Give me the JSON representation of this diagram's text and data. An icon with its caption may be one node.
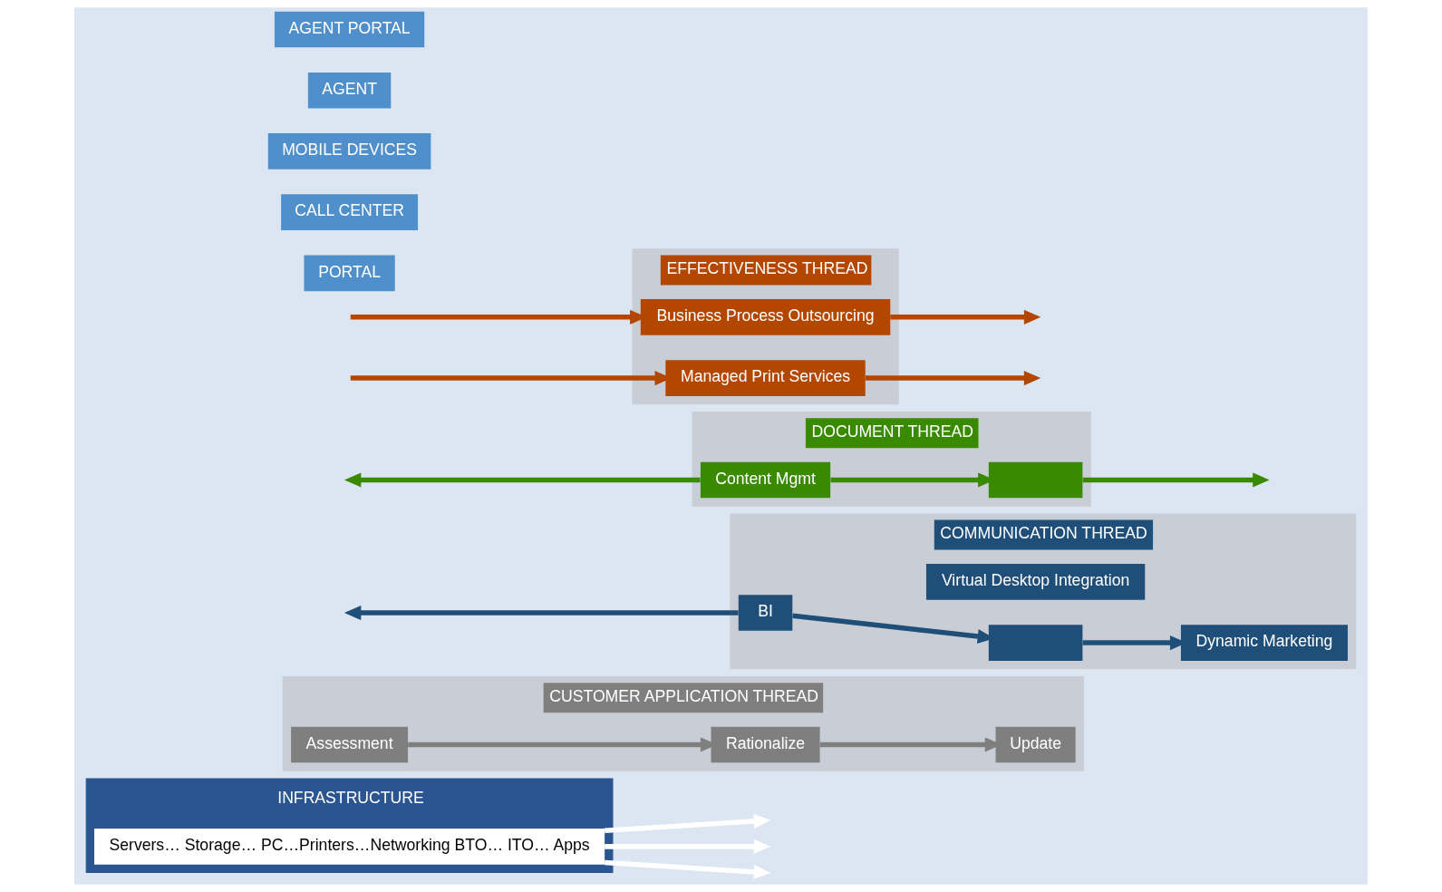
{
  "diagram": {
    "nodes": [
      {
        "text": [
          "INFRASTRUCTURE"
        ]
      },
      {
        "text": [
          "Servers… Storage… PC…Printers…Networking BTO… ITO… Apps"
        ],
        "in": 0
      },
      {
        "text": [
          "CUSTOMER APPLICATION THREAD"
        ]
      },
      {
        "text": [
          "Assessment"
        ],
        "in": 2
      },
      {
        "text": [
          "Rationalize"
        ],
        "in": 2
      },
      {
        "text": [
          "Update"
        ],
        "in": 2
      },
      {
        "text": [
          "COMMUNICATION THREAD"
        ]
      },
      {
        "text": [
          "BI"
        ],
        "in": 6
      },
      {
        "text": [],
        "shape": "box",
        "in": 6
      },
      {
        "text": [
          "Virtual Desktop Integration"
        ],
        "in": 6
      },
      {
        "text": [
          "Dynamic Marketing"
        ],
        "in": 6
      },
      {
        "text": [
          "DOCUMENT THREAD"
        ]
      },
      {
        "text": [
          "Content Mgmt"
        ],
        "in": 11
      },
      {
        "text": [],
        "shape": "box",
        "in": 11
      },
      {
        "text": [
          "EFFECTIVENESS THREAD"
        ]
      },
      {
        "text": [
          "Business Process Outsourcing"
        ],
        "in": 14
      },
      {
        "text": [
          "Managed Print Services"
        ],
        "in": 14
      },
      {
        "text": [
          "PORTAL"
        ]
      },
      {
        "text": [
          "CALL CENTER"
        ]
      },
      {
        "text": [
          "MOBILE DEVICES"
        ]
      },
      {
        "text": [
          "AGENT"
        ]
      },
      {
        "text": [
          "AGENT PORTAL"
        ]
      }
    ],
    "edges": [
      {
        "from": 1,
        "to": null,
        "arrow": "to",
        "color": "#ffffff"
      },
      {
        "from": 1,
        "to": null,
        "arrow": "to",
        "color": "#ffffff"
      },
      {
        "from": 1,
        "to": null,
        "arrow": "to",
        "color": "#ffffff"
      },
      {
        "from": 3,
        "to": 4,
        "arrow": "to",
        "color": "#7f7f7f"
      },
      {
        "from": 4,
        "to": 5,
        "arrow": "to",
        "color": "#7f7f7f"
      },
      {
        "from": 7,
        "to": null,
        "arrow": "to",
        "color": "#1f4e79"
      },
      {
        "from": 7,
        "to": 8,
        "arrow": "to",
        "color": "#1f4e79"
      },
      {
        "from": 8,
        "to": 10,
        "arrow": "to",
        "color": "#1f4e79"
      },
      {
        "from": 12,
        "to": null,
        "arrow": "to",
        "color": "#3a8a00"
      },
      {
        "from": 12,
        "to": 13,
        "arrow": "to",
        "color": "#3a8a00"
      },
      {
        "from": 13,
        "to": null,
        "arrow": "to",
        "color": "#3a8a00"
      },
      {
        "from": null,
        "to": 15,
        "arrow": "to"
      },
      {
        "from": 15,
        "to": null,
        "arrow": "to"
      },
      {
        "from": null,
        "to": 16,
        "arrow": "to"
      },
      {
        "from": 16,
        "to": null,
        "arrow": "to"
      }
    ]
  }
}
